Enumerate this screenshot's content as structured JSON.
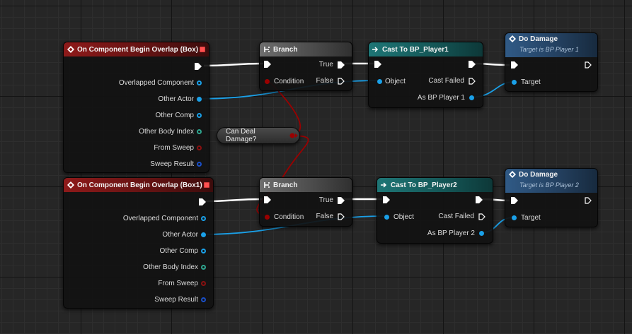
{
  "colors": {
    "exec": "#ffffff",
    "object_blue": "#1aa0e8",
    "boolean_red": "#9a0000",
    "struct_teal": "#2fa58f",
    "sweep_red": "#8a1010",
    "result_blue": "#1a4fc8"
  },
  "event_nodes": [
    {
      "title": "On Component Begin Overlap (Box)",
      "pins": {
        "overlapped_component": "Overlapped Component",
        "other_actor": "Other Actor",
        "other_comp": "Other Comp",
        "other_body_index": "Other Body Index",
        "from_sweep": "From Sweep",
        "sweep_result": "Sweep Result"
      }
    },
    {
      "title": "On Component Begin Overlap (Box1)",
      "pins": {
        "overlapped_component": "Overlapped Component",
        "other_actor": "Other Actor",
        "other_comp": "Other Comp",
        "other_body_index": "Other Body Index",
        "from_sweep": "From Sweep",
        "sweep_result": "Sweep Result"
      }
    }
  ],
  "branch_nodes": [
    {
      "title": "Branch",
      "true": "True",
      "false": "False",
      "condition": "Condition"
    },
    {
      "title": "Branch",
      "true": "True",
      "false": "False",
      "condition": "Condition"
    }
  ],
  "cast_nodes": [
    {
      "title": "Cast To BP_Player1",
      "object": "Object",
      "cast_failed": "Cast Failed",
      "as_output": "As BP Player 1"
    },
    {
      "title": "Cast To BP_Player2",
      "object": "Object",
      "cast_failed": "Cast Failed",
      "as_output": "As BP Player 2"
    }
  ],
  "damage_nodes": [
    {
      "title": "Do Damage",
      "subtitle": "Target is BP Player 1",
      "target": "Target"
    },
    {
      "title": "Do Damage",
      "subtitle": "Target is BP Player 2",
      "target": "Target"
    }
  ],
  "variable_node": {
    "label": "Can Deal Damage?"
  }
}
